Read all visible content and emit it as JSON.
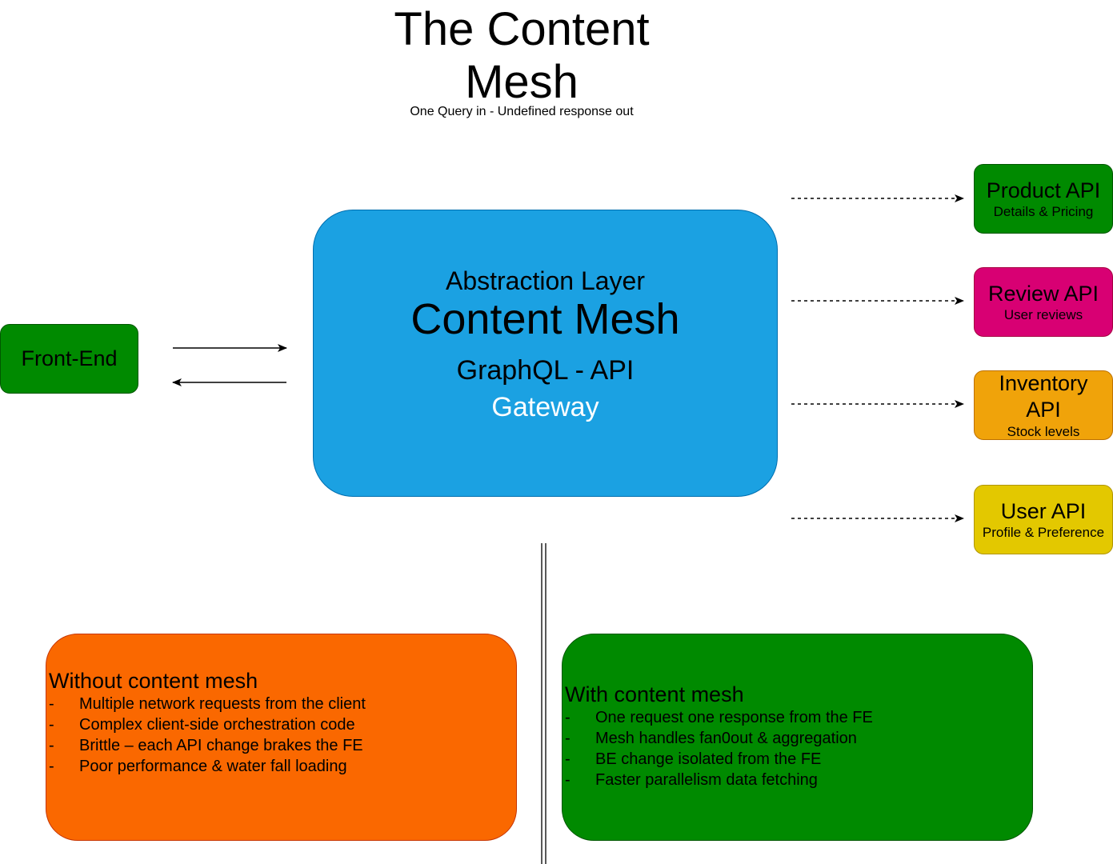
{
  "title": "The Content Mesh",
  "subtitle": "One Query in - Undefined response out",
  "mesh": {
    "line1": "Abstraction Layer",
    "line2": "Content Mesh",
    "line3": "GraphQL - API",
    "line4": "Gateway",
    "fill": "#1ba1e2"
  },
  "frontend": {
    "label": "Front-End",
    "fill": "#008a00"
  },
  "apis": [
    {
      "name": "Product API",
      "desc": "Details & Pricing",
      "fill": "#008a00"
    },
    {
      "name": "Review API",
      "desc": "User reviews",
      "fill": "#d80073"
    },
    {
      "name": "Inventory API",
      "desc": "Stock levels",
      "fill": "#f0a30a"
    },
    {
      "name": "User API",
      "desc": "Profile & Preference",
      "fill": "#e3c800"
    }
  ],
  "without": {
    "heading": "Without content mesh",
    "bullet": "-",
    "items": [
      "Multiple network requests from the client",
      "Complex client-side orchestration code",
      "Brittle – each API change brakes the FE",
      "Poor performance & water fall loading"
    ],
    "fill": "#fa6800"
  },
  "with": {
    "heading": "With content mesh",
    "bullet": "-",
    "items": [
      "One request one response from the FE",
      "Mesh handles fan0out & aggregation",
      "BE change isolated from the FE",
      "Faster parallelism data fetching"
    ],
    "fill": "#008a00"
  },
  "connectors": {
    "frontend_to_mesh": "solid arrow right",
    "mesh_to_frontend": "solid arrow left",
    "mesh_to_apis": "dashed arrows right"
  }
}
